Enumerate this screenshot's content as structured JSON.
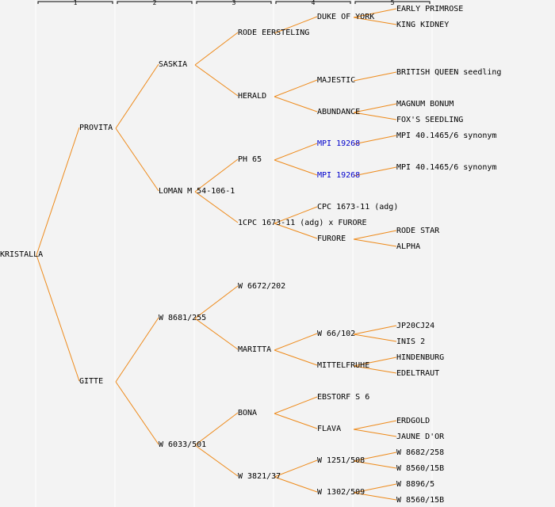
{
  "diagram": {
    "type": "pedigree-tree",
    "line_color": "#ee8a1a",
    "background": "#f3f3f3",
    "link_color": "#0000cc",
    "columns": [
      "1",
      "2",
      "3",
      "4",
      "5"
    ],
    "root": {
      "name": "KRISTALLA",
      "children": [
        {
          "name": "PROVITA",
          "children": [
            {
              "name": "SASKIA",
              "children": [
                {
                  "name": "RODE EERSTELING",
                  "children": [
                    {
                      "name": "DUKE OF YORK",
                      "children": [
                        {
                          "name": "EARLY PRIMROSE"
                        },
                        {
                          "name": "KING KIDNEY"
                        }
                      ]
                    }
                  ]
                },
                {
                  "name": "HERALD",
                  "children": [
                    {
                      "name": "MAJESTIC",
                      "children": [
                        {
                          "name": "BRITISH QUEEN seedling"
                        }
                      ]
                    },
                    {
                      "name": "ABUNDANCE",
                      "children": [
                        {
                          "name": "MAGNUM BONUM"
                        },
                        {
                          "name": "FOX'S SEEDLING"
                        }
                      ]
                    }
                  ]
                }
              ]
            },
            {
              "name": "LOMAN M 54-106-1",
              "children": [
                {
                  "name": "PH 65",
                  "children": [
                    {
                      "name": "MPI 19268",
                      "link": true,
                      "children": [
                        {
                          "name": "MPI 40.1465/6 synonym"
                        }
                      ]
                    },
                    {
                      "name": "MPI 19268",
                      "link": true,
                      "children": [
                        {
                          "name": "MPI 40.1465/6 synonym"
                        }
                      ]
                    }
                  ]
                },
                {
                  "name": "1CPC 1673-11 (adg) x FURORE",
                  "children": [
                    {
                      "name": "CPC 1673-11 (adg)"
                    },
                    {
                      "name": "FURORE",
                      "children": [
                        {
                          "name": "RODE STAR"
                        },
                        {
                          "name": "ALPHA"
                        }
                      ]
                    }
                  ]
                }
              ]
            }
          ]
        },
        {
          "name": "GITTE",
          "children": [
            {
              "name": "W 8681/255",
              "children": [
                {
                  "name": "W 6672/202"
                },
                {
                  "name": "MARITTA",
                  "children": [
                    {
                      "name": "W 66/102",
                      "children": [
                        {
                          "name": "JP20CJ24"
                        },
                        {
                          "name": "INIS 2"
                        }
                      ]
                    },
                    {
                      "name": "MITTELFRUHE",
                      "children": [
                        {
                          "name": "HINDENBURG"
                        },
                        {
                          "name": "EDELTRAUT"
                        }
                      ]
                    }
                  ]
                }
              ]
            },
            {
              "name": "W 6033/501",
              "children": [
                {
                  "name": "BONA",
                  "children": [
                    {
                      "name": "EBSTORF S 6"
                    },
                    {
                      "name": "FLAVA",
                      "children": [
                        {
                          "name": "ERDGOLD"
                        },
                        {
                          "name": "JAUNE D'OR"
                        }
                      ]
                    }
                  ]
                },
                {
                  "name": "W 3821/37",
                  "children": [
                    {
                      "name": "W 1251/508",
                      "children": [
                        {
                          "name": "W 8682/258"
                        },
                        {
                          "name": "W 8560/15B"
                        }
                      ]
                    },
                    {
                      "name": "W 1302/509",
                      "children": [
                        {
                          "name": "W 8896/5"
                        },
                        {
                          "name": "W 8560/15B"
                        }
                      ]
                    }
                  ]
                }
              ]
            }
          ]
        }
      ]
    }
  }
}
